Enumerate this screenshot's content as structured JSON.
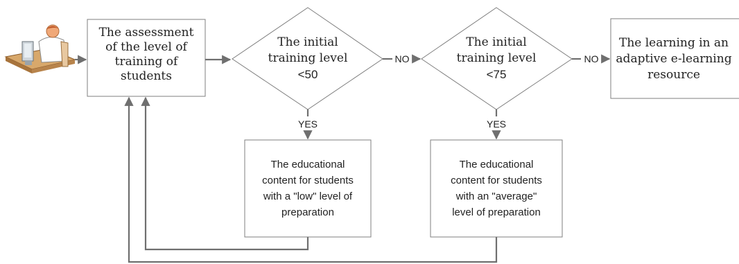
{
  "diagram": {
    "assessment_box": {
      "lines": [
        "The assessment",
        "of the level of",
        "training of",
        "students"
      ]
    },
    "decision_1": {
      "lines": [
        "The initial",
        "training level",
        "<50"
      ]
    },
    "decision_2": {
      "lines": [
        "The initial",
        "training level",
        "<75"
      ]
    },
    "learning_box": {
      "lines": [
        "The learning in an",
        "adaptive e-learning",
        "resource"
      ]
    },
    "low_content_box": {
      "lines": [
        "The educational",
        "content for students",
        "with a \"low\" level of",
        "preparation"
      ]
    },
    "average_content_box": {
      "lines": [
        "The educational",
        "content for students",
        "with an \"average\"",
        "level of preparation"
      ]
    },
    "labels": {
      "no_1": "NO",
      "no_2": "NO",
      "yes_1": "YES",
      "yes_2": "YES"
    },
    "icons": {
      "student_computer": "student-at-computer-icon"
    },
    "colors": {
      "stroke": "#6f6f6f",
      "desk": "#c8955a",
      "person_shirt": "#ffffff",
      "person_head": "#f0a878"
    }
  }
}
